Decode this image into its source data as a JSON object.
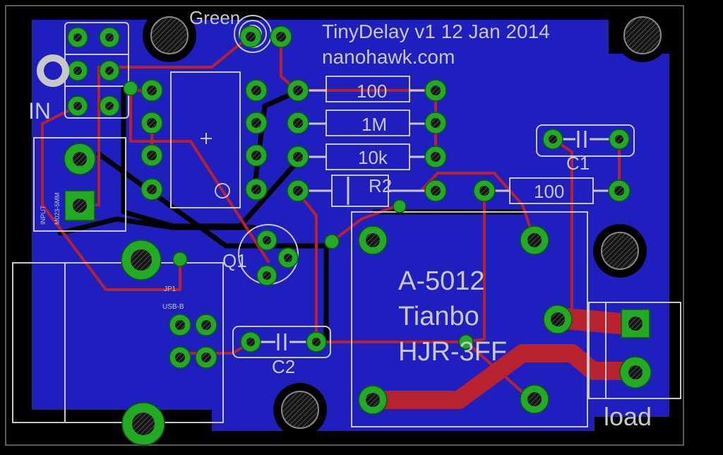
{
  "board": {
    "title_line": "TinyDelay v1 12 Jan 2014",
    "website": "nanohawk.com"
  },
  "labels": {
    "led": "Green",
    "input": "IN",
    "jp1": "JP1",
    "usb": "USB-B",
    "q1": "Q1",
    "r2": "R2",
    "c1": "C1",
    "c2": "C2",
    "load": "load",
    "terminal_small_1": "INPUT",
    "terminal_small_2": "M023-5MM"
  },
  "resistors": {
    "r_top": "100",
    "r_mid": "1M",
    "r_low": "10k",
    "r_right": "100"
  },
  "relay": {
    "line1": "A-5012",
    "line2": "Tianbo",
    "line3": "HJR-3FF"
  },
  "colors": {
    "background": "#000000",
    "copper_pour": "#1f1fbf",
    "trace_red": "#b8222e",
    "pad_green": "#22aa22",
    "silkscreen": "#c8c8c8",
    "hole": "#1a1a1a"
  }
}
